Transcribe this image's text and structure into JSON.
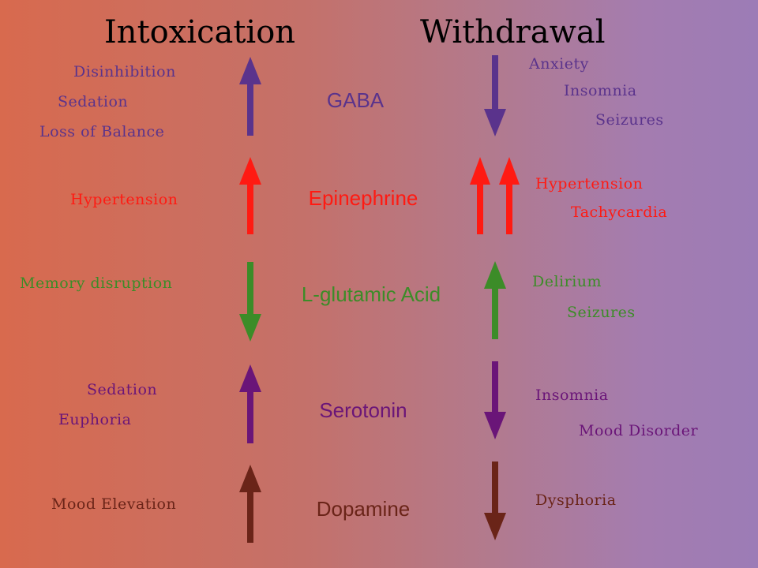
{
  "headers": {
    "intoxication": "Intoxication",
    "withdrawal": "Withdrawal"
  },
  "colors": {
    "gaba": "#5a338c",
    "epinephrine": "#ff1a12",
    "glutamic": "#3c8c28",
    "serotonin": "#6a1578",
    "dopamine": "#6a2418",
    "header_text": "#000000"
  },
  "rows": [
    {
      "neurotransmitter": "GABA",
      "intoxication_effects": [
        "Disinhibition",
        "Sedation",
        "Loss  of  Balance"
      ],
      "intoxication_arrow": "up",
      "withdrawal_arrow": "down",
      "withdrawal_effects": [
        "Anxiety",
        "Insomnia",
        "Seizures"
      ]
    },
    {
      "neurotransmitter": "Epinephrine",
      "intoxication_effects": [
        "Hypertension"
      ],
      "intoxication_arrow": "up",
      "withdrawal_arrow": "double-up",
      "withdrawal_effects": [
        "Hypertension",
        "Tachycardia"
      ]
    },
    {
      "neurotransmitter": "L-glutamic Acid",
      "intoxication_effects": [
        "Memory  disruption"
      ],
      "intoxication_arrow": "down",
      "withdrawal_arrow": "up",
      "withdrawal_effects": [
        "Delirium",
        "Seizures"
      ]
    },
    {
      "neurotransmitter": "Serotonin",
      "intoxication_effects": [
        "Sedation",
        "Euphoria"
      ],
      "intoxication_arrow": "up",
      "withdrawal_arrow": "down",
      "withdrawal_effects": [
        "Insomnia",
        "Mood  Disorder"
      ]
    },
    {
      "neurotransmitter": "Dopamine",
      "intoxication_effects": [
        "Mood  Elevation"
      ],
      "intoxication_arrow": "up",
      "withdrawal_arrow": "down",
      "withdrawal_effects": [
        "Dysphoria"
      ]
    }
  ]
}
